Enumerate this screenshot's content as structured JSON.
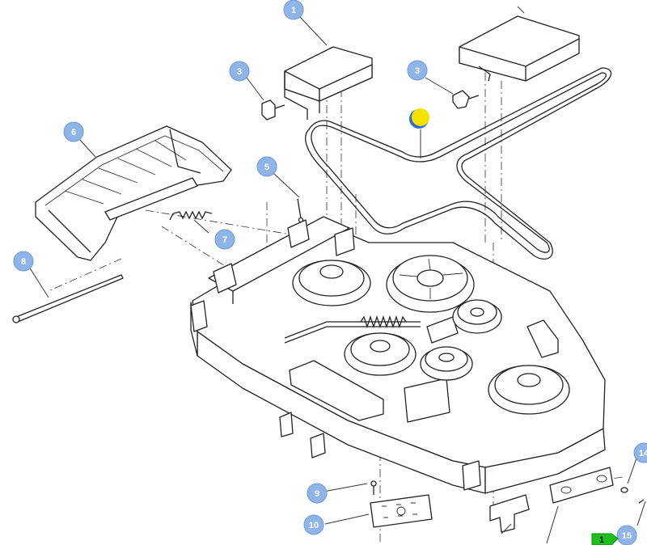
{
  "callouts": [
    {
      "label": "1"
    },
    {
      "label": "3"
    },
    {
      "label": "3"
    },
    {
      "label": "5"
    },
    {
      "label": "6"
    },
    {
      "label": "7"
    },
    {
      "label": "8"
    },
    {
      "label": "9"
    },
    {
      "label": "10"
    },
    {
      "label": "14"
    },
    {
      "label": "15"
    }
  ],
  "page_indicator": {
    "label": "1"
  },
  "colors": {
    "callout_fill": "#8fb5e8",
    "marker_yellow": "#f5e100",
    "marker_blue": "#2a6fd6",
    "page_tag_green": "#1cc21c"
  }
}
